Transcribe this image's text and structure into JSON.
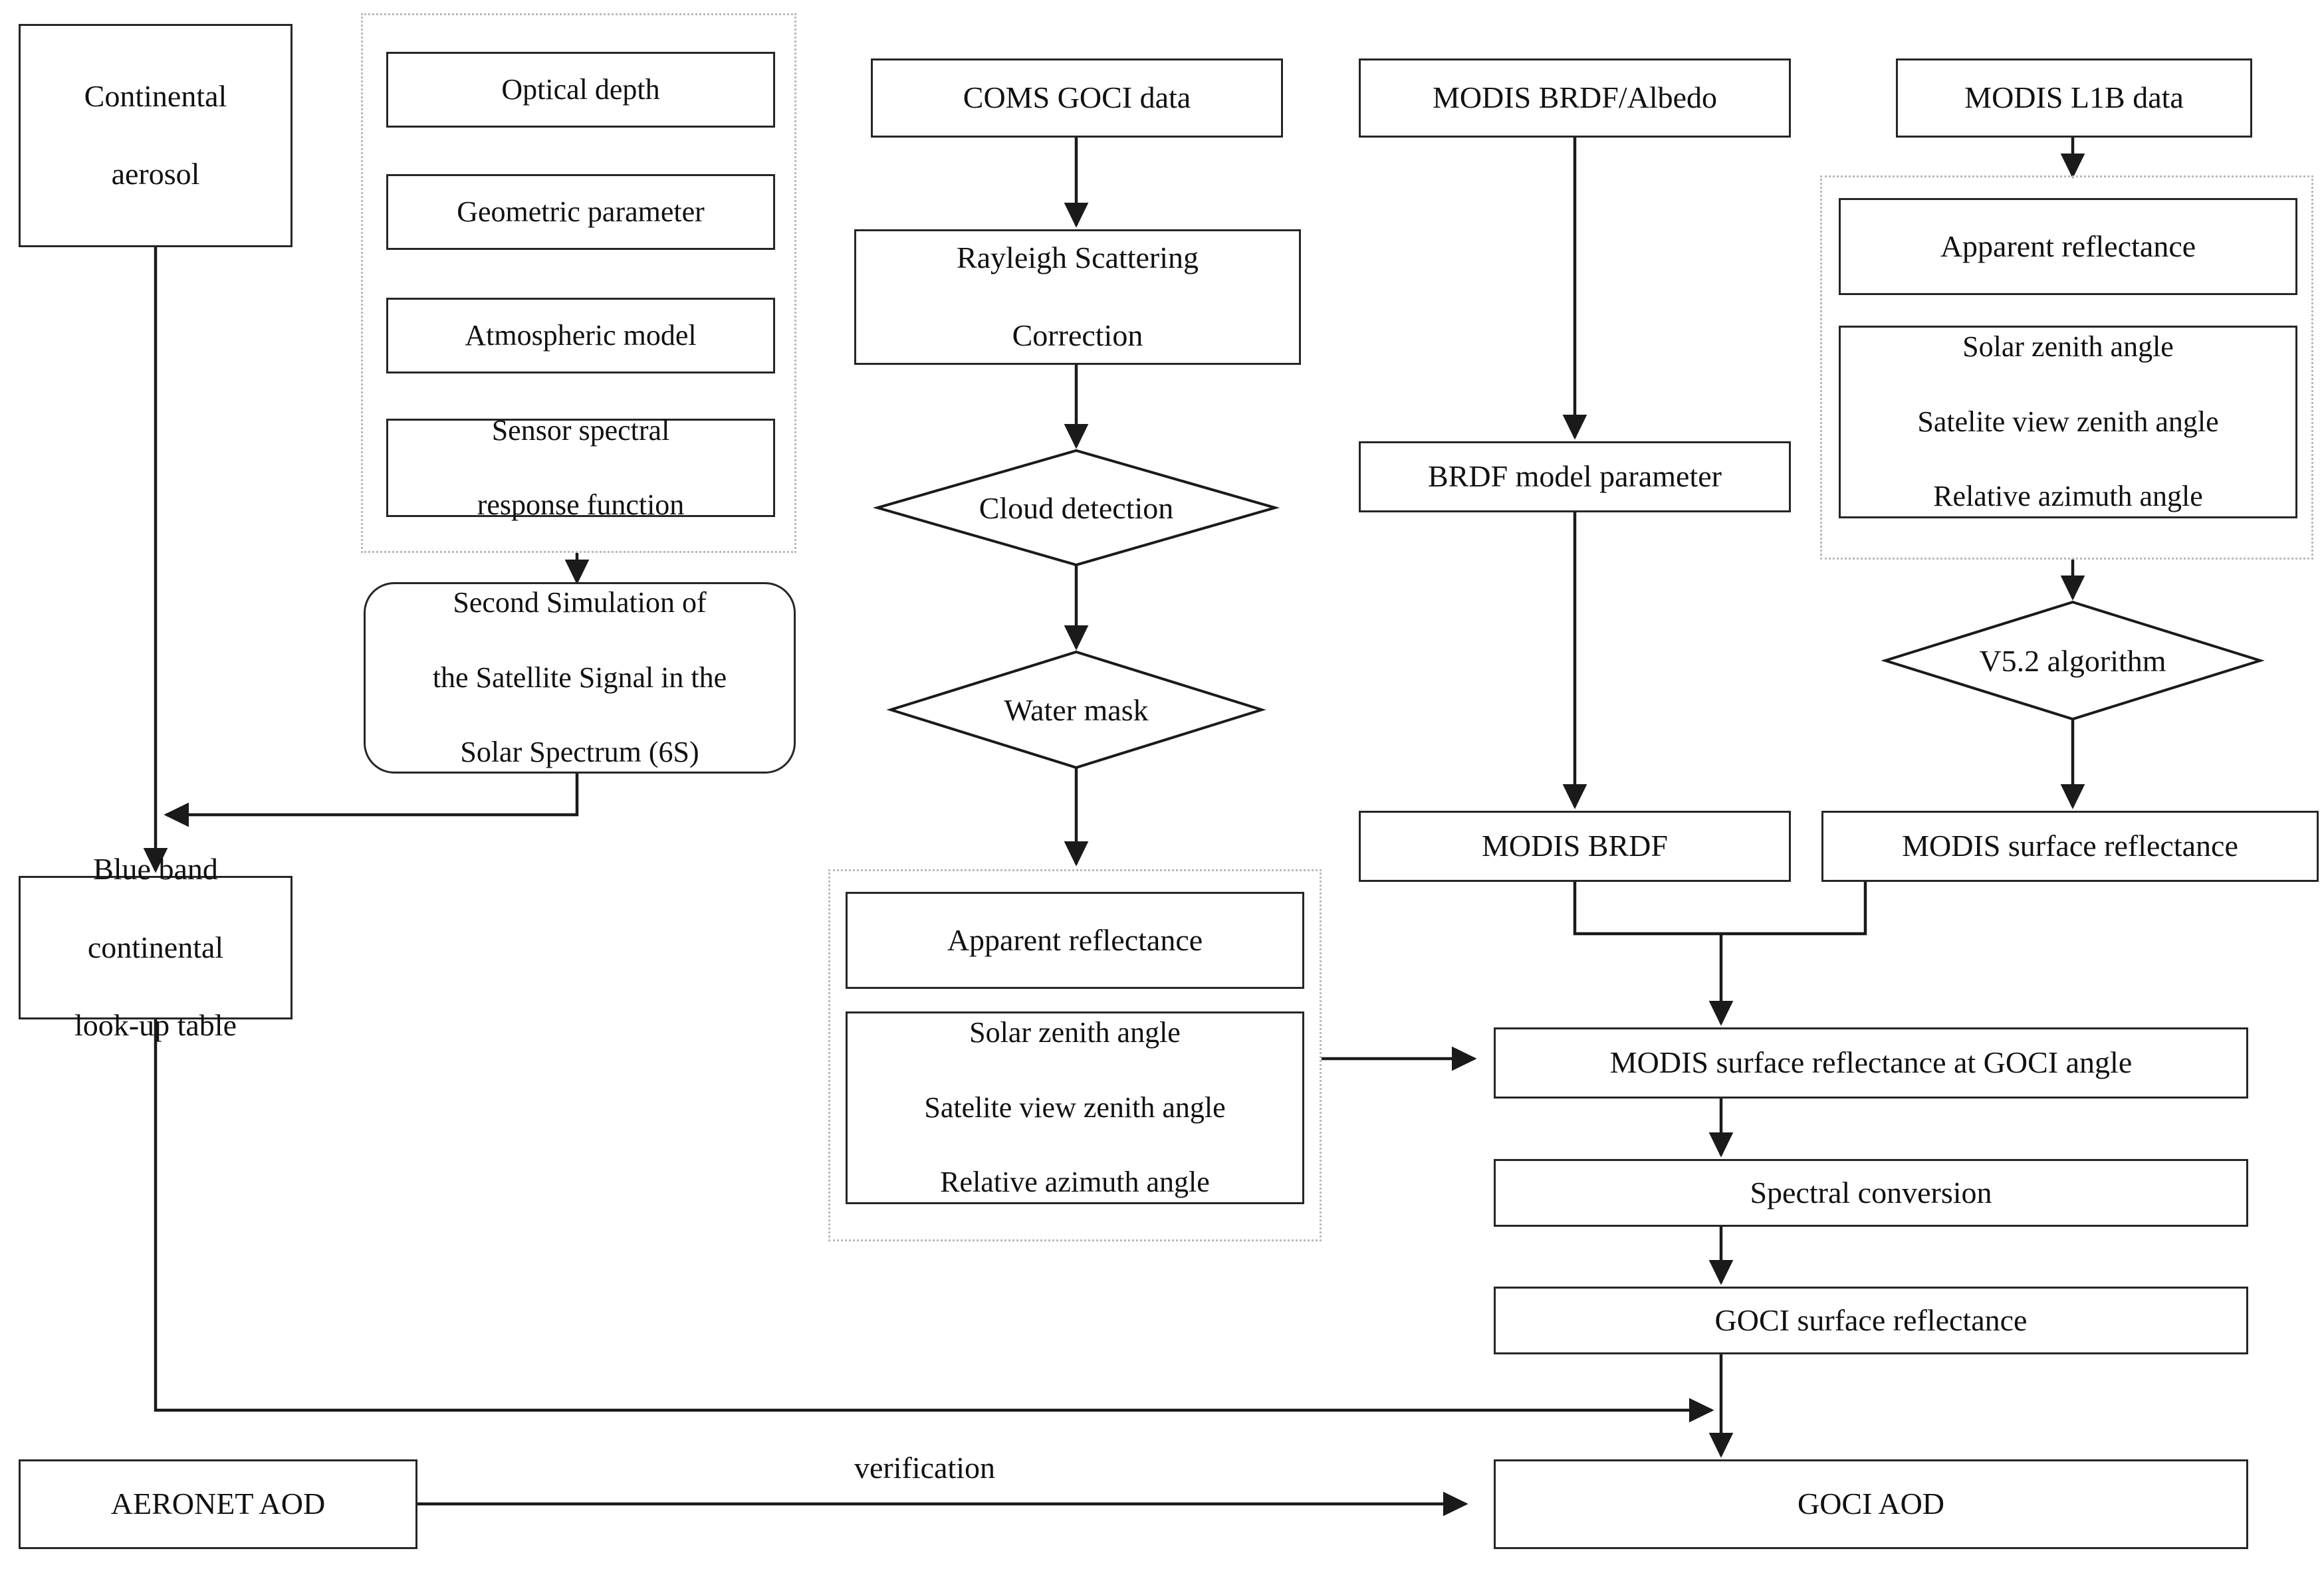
{
  "diagram": {
    "title": "GOCI AOD retrieval flowchart",
    "type": "flowchart",
    "colors": {
      "node_border": "#262626",
      "group_border": "#b9b9b9",
      "connector": "#1a1a1a",
      "background": "#ffffff",
      "text": "#111111"
    },
    "edge_labels": {
      "verification": "verification"
    },
    "nodes": {
      "continental_aerosol": "Continental\naerosol",
      "optical_depth": "Optical depth",
      "geometric_parameter": "Geometric parameter",
      "atmospheric_model": "Atmospheric model",
      "sensor_spectral_response": "Sensor spectral\nresponse function",
      "six_s": "Second Simulation of\nthe Satellite Signal in the\nSolar Spectrum (6S)",
      "blue_band_lut": "Blue band\ncontinental\nlook-up table",
      "coms_goci_data": "COMS GOCI data",
      "rayleigh_correction": "Rayleigh Scattering\nCorrection",
      "cloud_detection": "Cloud detection",
      "water_mask": "Water mask",
      "goci_apparent_reflectance": "Apparent reflectance",
      "goci_angles": "Solar zenith angle\nSatelite view zenith angle\nRelative azimuth angle",
      "modis_brdf_albedo": "MODIS BRDF/Albedo",
      "brdf_model_parameter": "BRDF model parameter",
      "modis_brdf": "MODIS BRDF",
      "modis_l1b_data": "MODIS L1B data",
      "modis_apparent_reflectance": "Apparent reflectance",
      "modis_angles": "Solar zenith angle\nSatelite view zenith angle\nRelative azimuth angle",
      "v52_algorithm": "V5.2 algorithm",
      "modis_surface_reflectance": "MODIS surface reflectance",
      "modis_sr_at_goci_angle": "MODIS surface reflectance at GOCI angle",
      "spectral_conversion": "Spectral conversion",
      "goci_surface_reflectance": "GOCI surface reflectance",
      "aeronet_aod": "AERONET AOD",
      "goci_aod": "GOCI AOD"
    },
    "lines": {
      "continental_aerosol_1": "Continental",
      "continental_aerosol_2": "aerosol",
      "sensor_spectral_response_1": "Sensor spectral",
      "sensor_spectral_response_2": "response function",
      "six_s_1": "Second Simulation of",
      "six_s_2": "the Satellite Signal in the",
      "six_s_3": "Solar Spectrum (6S)",
      "blue_band_lut_1": "Blue band",
      "blue_band_lut_2": "continental",
      "blue_band_lut_3": "look-up table",
      "rayleigh_correction_1": "Rayleigh Scattering",
      "rayleigh_correction_2": "Correction",
      "angles_1": "Solar zenith angle",
      "angles_2": "Satelite view zenith angle",
      "angles_3": "Relative azimuth angle"
    }
  }
}
